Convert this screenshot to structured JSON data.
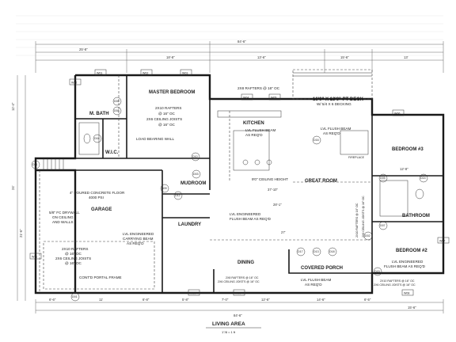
{
  "sheet": {
    "title": "LIVING AREA",
    "scale": "1\"/8 = 1 ft"
  },
  "rooms": {
    "master_bedroom": "MASTER BEDROOM",
    "m_bath": "M. BATH",
    "wic": "W.I.C.",
    "kitchen": "KITCHEN",
    "great_room": "GREAT ROOM",
    "bedroom_3": "BEDROOM #3",
    "bedroom_2": "BEDROOM #2",
    "bathroom": "BATHROOM",
    "garage": "GARAGE",
    "mudroom": "MUDROOM",
    "laundry": "LAUNDRY",
    "dining": "DINING",
    "covered_porch": "COVERED PORCH",
    "deck": "16'0\" X 13'0\" PT DECK"
  },
  "notes": {
    "master_rafters": "2X10 RAFTERS",
    "master_rafters_oc": "@ 16\" OC",
    "master_joists": "2X6 CEILING JOISTS",
    "master_joists_oc": "@ 16\" OC",
    "load_bearing": "LOAD BEARING WALL",
    "kitchen_rafters": "2X8 RAFTERS @ 16\" OC",
    "deck_decking": "W/ 5/4 X 6 DECKING",
    "kitchen_beam_1": "LVL FLUSH BEAM",
    "kitchen_beam_2": "AS REQ'D",
    "great_beam_1": "LVL FLUSH BEAM",
    "great_beam_2": "AS REQ'D",
    "ceiling_height": "9'0\" CEILING HEIGHT",
    "fireplace": "FIREPLACE",
    "garage_floor_1": "4\" POURED CONCRETE FLOOR",
    "garage_floor_2": "4000 PSI",
    "drywall_1": "5/8\" FC DRYWALL",
    "drywall_2": "ON CEILING",
    "drywall_3": "AND WALLS",
    "garage_rafters_1": "2X10 RAFTERS",
    "garage_rafters_2": "@ 16\" OC",
    "garage_rafters_3": "2X6 CEILING JOISTS",
    "garage_rafters_4": "@ 16\" OC",
    "carry_beam_1": "LVL ENGINEERED",
    "carry_beam_2": "CARRYING BEAM",
    "carry_beam_3": "AS REQ'D",
    "portal_frame": "CONT'D PORTAL FRAME",
    "flush_beam_1": "LVL ENGINEERED",
    "flush_beam_2": "FLUSH BEAM AS REQ'D",
    "vert_rafters_1": "2X10 RAFTERS @ 16\" OC",
    "vert_rafters_2": "2X6 CEILING JOISTS @ 16\" OC",
    "dining_rafters_1": "2X8 RAFTERS @ 16\" OC",
    "dining_rafters_2": "2X6 CEILING JOISTS @ 16\" OC",
    "porch_beam_1": "LVL FLUSH BEAM",
    "porch_beam_2": "AS REQ'D",
    "bed2_beam_1": "LVL ENGINEERED",
    "bed2_beam_2": "FLUSH BEAM AS REQ'D",
    "bed2_rafters_1": "2X10 RAFTERS @ 16\" OC",
    "bed2_rafters_2": "2X6 CEILING JOISTS @ 16\" OC"
  },
  "dimensions": {
    "overall_top": "84'-6\"",
    "left_top": "25'-8\"",
    "mid_top": "18'-8\"",
    "kitchen_top": "13'-6\"",
    "deck_top": "15'-6\"",
    "right_top": "13'",
    "great_width": "37'-10\"",
    "great_len": "28'-1\"",
    "beam_span": "27'",
    "bed_width": "12'-8\"",
    "bot_1": "6'-6\"",
    "bot_2": "11'",
    "bot_3": "6'-8\"",
    "bot_4": "5'-8\"",
    "bot_5": "7'-0\"",
    "bot_6": "12'-6\"",
    "bot_7": "14'-6\"",
    "bot_8": "6'-5\"",
    "bot_9": "15'-6\"",
    "overall_bot": "84'-6\"",
    "left_1": "11'-4\"",
    "left_2": "21'-6\"",
    "left_3": "24'"
  },
  "tags": {
    "d01": "D01",
    "d02": "D02",
    "d03": "D03",
    "d04": "D04",
    "d05": "D05",
    "d06": "D06",
    "d07": "D07",
    "d08": "D08",
    "d09": "D09",
    "d10": "D10",
    "d11": "D11",
    "d12": "D12",
    "d13": "D13",
    "d14": "D14",
    "d15": "D15",
    "d16": "D16",
    "d17": "D17",
    "d18": "D18",
    "w01": "W01",
    "w02": "W02",
    "w03": "W03",
    "w04": "W04",
    "w05": "W05",
    "w06": "W06",
    "w07": "W07",
    "w08": "W08",
    "w09": "W09",
    "w10": "W10",
    "w11": "W11",
    "w12": "W12"
  },
  "colors": {
    "ink": "#1a1a1a",
    "paper": "#ffffff"
  }
}
